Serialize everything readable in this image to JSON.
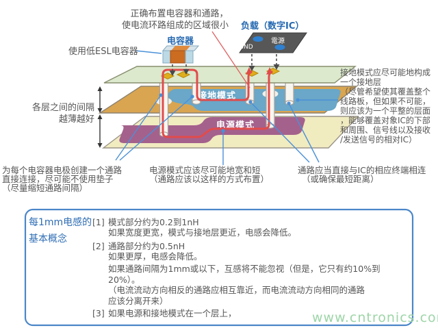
{
  "palette": {
    "top_layer_green": "#dce9cc",
    "mid_layer_orange": "#d9a550",
    "bottom_layer_yellow": "#f1ebc0",
    "ground_plane_blue": "#6aa7c8",
    "power_plane_purple": "#a4618c",
    "current_path_red": "#e14b4b",
    "callout_blue": "#4a90d8",
    "label_blue": "#2568b0",
    "text_gray": "#555555",
    "box_border_blue": "#4a86c8",
    "watermark_green": "#9dd5a7"
  },
  "top_note": {
    "line1": "正确布置电容器和通路，",
    "line2": "使电流环路组成的区域很小"
  },
  "esl_note": "使用低ESL电容器",
  "capacitor": {
    "label": "电容器"
  },
  "load": {
    "label": "负载（数字IC）",
    "gnd": "GND",
    "power": "電源"
  },
  "planes": {
    "ground": "接地模式",
    "power": "电源模式"
  },
  "layer_gap_note": {
    "line1": "各层之间的间隔",
    "line2": "越薄越好"
  },
  "ground_note": {
    "lines": [
      "接地模式应尽可能地构成",
      "一个接地层",
      "（尽管希望使其覆盖整个",
      "线路板，但如果不可能，",
      "则应该为一个平整的层面",
      "，能够覆盖对象IC的下部",
      "和周围、信号线以及接收",
      "/发送信号的相对IC）"
    ]
  },
  "via_note": {
    "lines": [
      "为每个电容器电极创建一个通路",
      "直接连接，尽可能不使用垫子",
      "（尽量缩短通路间隔）"
    ]
  },
  "power_note": {
    "lines": [
      "电源模式应该尽可能地宽和短",
      "（通路应该以这样的方式布置）"
    ]
  },
  "ic_via_note": {
    "lines": [
      "通路应当直接与IC的相应终端相连",
      "（或确保最短距离）"
    ]
  },
  "info_box": {
    "title_line1": "每1mm电感的",
    "title_line2": "基本概念",
    "marker1": "[1]",
    "marker2": "[2]",
    "marker3": "[3]",
    "item1_lines": [
      "模式部分约为0.2到1nH",
      "如果宽度更宽，模式与接地层更近，电感会降低。"
    ],
    "item2_lines": [
      "通路部分约为0.5nH",
      "如果更厚，电感会降低。",
      "如果通路间隔为1mm或以下，互感将不能忽视（但是，它只有约10%到",
      "20%）。",
      "（电流流动方向相反的通路应相互靠近，而电流流动方向相同的通路",
      "应该分离开来）"
    ],
    "item3_lines": [
      "如果电源和接地模式在一个层上，"
    ]
  },
  "watermark": "www.cntronics.com"
}
